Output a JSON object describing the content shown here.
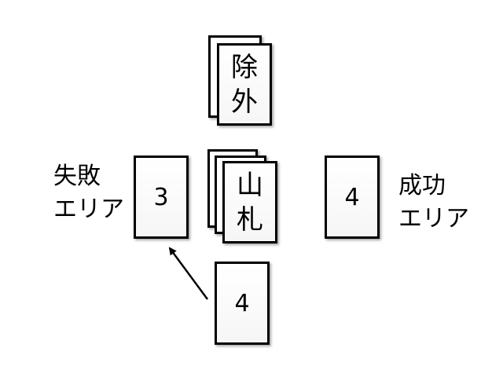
{
  "exclusion_pile": {
    "chars": [
      "除",
      "外"
    ]
  },
  "deck": {
    "chars": [
      "山",
      "札"
    ]
  },
  "fail_area": {
    "lines": [
      "失敗",
      "エリア"
    ],
    "card_value": "3"
  },
  "success_area": {
    "lines": [
      "成功",
      "エリア"
    ],
    "card_value": "4"
  },
  "drawn_card": {
    "value": "4"
  }
}
